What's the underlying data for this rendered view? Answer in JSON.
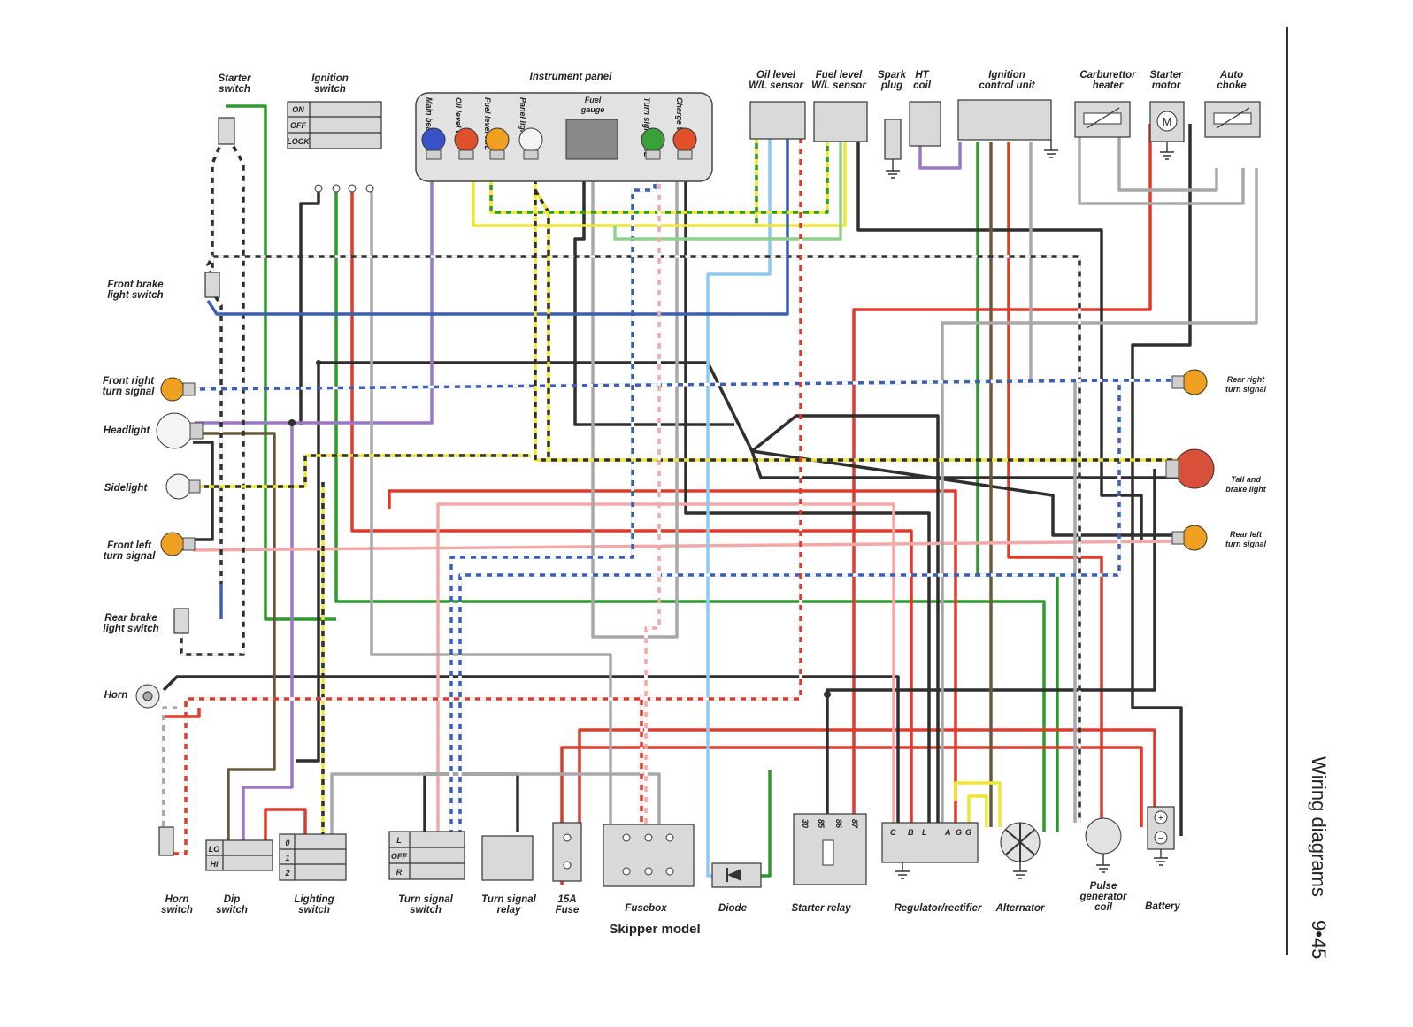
{
  "page": {
    "caption": "Skipper model",
    "sidebar_title": "Wiring diagrams",
    "page_number": "9•45"
  },
  "labels": {
    "starter_switch": [
      "Starter",
      "switch"
    ],
    "ignition_switch": [
      "Ignition",
      "switch"
    ],
    "instrument_panel": "Instrument panel",
    "oil_level_sensor": [
      "Oil level",
      "W/L sensor"
    ],
    "fuel_level_sensor": [
      "Fuel level",
      "W/L sensor"
    ],
    "spark_plug": [
      "Spark",
      "plug"
    ],
    "ht_coil": [
      "HT",
      "coil"
    ],
    "ignition_control_unit": [
      "Ignition",
      "control unit"
    ],
    "carburettor_heater": [
      "Carburettor",
      "heater"
    ],
    "starter_motor": [
      "Starter",
      "motor"
    ],
    "auto_choke": [
      "Auto",
      "choke"
    ],
    "front_brake_light_switch": [
      "Front brake",
      "light switch"
    ],
    "front_right_turn_signal": [
      "Front right",
      "turn signal"
    ],
    "headlight": "Headlight",
    "sidelight": "Sidelight",
    "front_left_turn_signal": [
      "Front left",
      "turn signal"
    ],
    "rear_brake_light_switch": [
      "Rear brake",
      "light switch"
    ],
    "horn": "Horn",
    "rear_right_turn_signal": [
      "Rear right",
      "turn signal"
    ],
    "tail_and_brake_light": [
      "Tail and",
      "brake light"
    ],
    "rear_left_turn_signal": [
      "Rear left",
      "turn signal"
    ],
    "horn_switch": [
      "Horn",
      "switch"
    ],
    "dip_switch": [
      "Dip",
      "switch"
    ],
    "lighting_switch": [
      "Lighting",
      "switch"
    ],
    "turn_signal_switch": [
      "Turn signal",
      "switch"
    ],
    "turn_signal_relay": [
      "Turn signal",
      "relay"
    ],
    "fuse_15a": [
      "15A",
      "Fuse"
    ],
    "fusebox": "Fusebox",
    "diode": "Diode",
    "starter_relay": "Starter relay",
    "regulator_rectifier": "Regulator/rectifier",
    "alternator": "Alternator",
    "pulse_generator_coil": [
      "Pulse",
      "generator",
      "coil"
    ],
    "battery": "Battery"
  },
  "instrument_panel": {
    "lamps": [
      "Main beam W/L",
      "Oil level W/L",
      "Fuel level W/L",
      "Panel light",
      "Turn signal W/L",
      "Charge W/L"
    ],
    "gauge": [
      "Fuel",
      "gauge"
    ]
  },
  "ignition_switch_positions": [
    "ON",
    "OFF",
    "LOCK"
  ],
  "dip_switch_positions": [
    "LO",
    "HI"
  ],
  "lighting_switch_positions": [
    "0",
    "1",
    "2"
  ],
  "turn_signal_switch_positions": [
    "L",
    "OFF",
    "R"
  ],
  "regulator_terminals": [
    "C",
    "B",
    "L",
    "A",
    "G",
    "G"
  ],
  "starter_relay_terminals": [
    "30",
    "85",
    "86",
    "87"
  ],
  "motor_symbol": "M",
  "battery_symbols": [
    "+",
    "−"
  ],
  "colors": {
    "black": "#2f2f2f",
    "green": "#2e9a2e",
    "red": "#e03a2a",
    "yellow": "#efe631",
    "blue": "#3a5fb5",
    "light_blue": "#8cc8f0",
    "purple": "#9a77c4",
    "brown": "#6b5a3a",
    "pink": "#f3a8a8",
    "grey": "#a8a8a8",
    "white_stripe": "#ffffff",
    "lamp_amber": "#f0a020",
    "tail_red": "#d8503a"
  }
}
